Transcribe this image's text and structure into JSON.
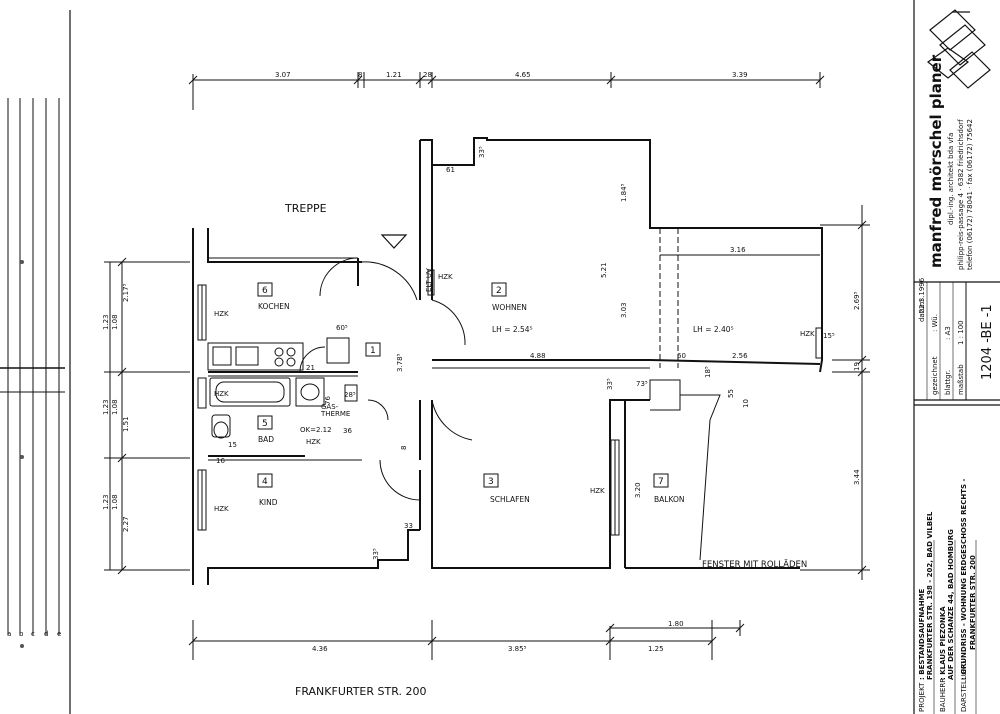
{
  "stair_label": "TREPPE",
  "rooms": [
    {
      "num": "6",
      "name": "KOCHEN"
    },
    {
      "num": "1",
      "name": ""
    },
    {
      "num": "5",
      "name": "BAD"
    },
    {
      "num": "4",
      "name": "KIND"
    },
    {
      "num": "2",
      "name": "WOHNEN"
    },
    {
      "num": "3",
      "name": "SCHLAFEN"
    },
    {
      "num": "7",
      "name": "BALKON"
    }
  ],
  "room_notes": {
    "lh_wohnen": "LH = 2.54⁵",
    "lh_second": "LH = 2.40⁵",
    "gastherme": [
      "GAS-",
      "THERME"
    ],
    "ok_bad": "OK=2.12",
    "fenster": "FENSTER MIT ROLLÄDEN"
  },
  "hzk_label": "HZK",
  "elt_label": "ELT UV",
  "street_label": "FRANKFURTER STR. 200",
  "dimensions": {
    "top": [
      "3.07",
      "8",
      "1.21",
      "28",
      "4.65",
      "3.39"
    ],
    "bottom": [
      "4.36",
      "3.85⁵",
      "1.80",
      "1.25"
    ],
    "left": [
      "1.23",
      "1.08",
      "2.17⁵",
      "1.23",
      "1.08",
      "1.51",
      "1.23",
      "1.08",
      "2.27"
    ],
    "right": [
      "2.69⁵",
      "19",
      "3.44"
    ],
    "inner": [
      "61",
      "33⁵",
      "1.84⁵",
      "5.21",
      "3.16",
      "4.88",
      "60",
      "2.56",
      "3.03",
      "60⁵",
      "3.78⁵",
      "21",
      "15",
      "28⁵",
      "76",
      "36",
      "8",
      "16",
      "33",
      "33⁵",
      "73⁵",
      "18⁵",
      "10",
      "55",
      "3.20",
      "15⁵",
      "33⁵"
    ]
  },
  "title_block": {
    "firm": "manfred mörschel planer",
    "subtitle": "dipl.-ing. architekt bda vfa",
    "address": "philipp-reis-passage 4 · 6382 friedrichsdorf",
    "phone": "telefon (06172) 78041 · fax (06172) 75642",
    "meta": [
      {
        "label": "datum",
        "value": ": 22.3.1996"
      },
      {
        "label": "gezeichnet",
        "value": ": Wü."
      },
      {
        "label": "blattgr.",
        "value": ": A3"
      },
      {
        "label": "maßstab",
        "value": "1 : 100"
      }
    ],
    "drawing_number": "1204 -BE -1",
    "projekt_label": "PROJEKT",
    "projekt": [
      ": BESTANDSAUFNAHME",
      "FRANKFURTER STR. 198 - 202, BAD VILBEL"
    ],
    "bauherr_label": "BAUHERR",
    "bauherr": [
      ": KLAUS PIEZONKA",
      "AUF DER SCHANZE 44, BAD HOMBURG"
    ],
    "darstellung_label": "DARSTELLUNG",
    "darstellung": [
      ": GRUNDRISS - WOHNUNG ERDGESCHOSS RECHTS -",
      "FRANKFURTER STR. 200"
    ]
  },
  "left_strip_letters": [
    "a",
    "b",
    "c",
    "d",
    "e"
  ]
}
